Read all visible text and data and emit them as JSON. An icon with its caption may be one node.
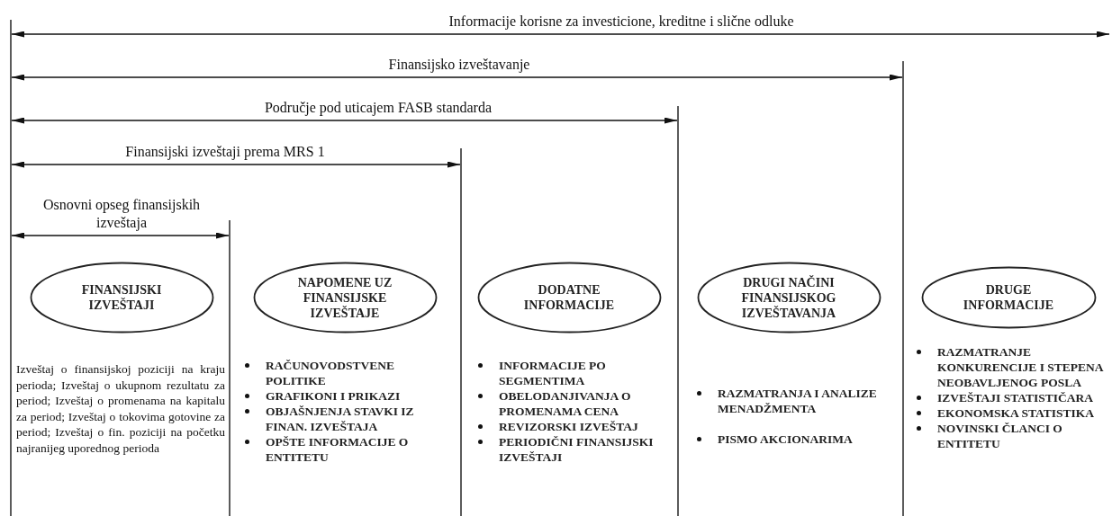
{
  "diagram": {
    "nodes": [
      {
        "text": [
          "FINANSIJSKI IZVEŠTAJI"
        ]
      },
      {
        "text": [
          "NAPOMENE UZ FINANSIJSKE IZVEŠTAJE"
        ]
      },
      {
        "text": [
          "DODATNE INFORMACIJE"
        ]
      },
      {
        "text": [
          "DRUGI NAČINI FINANSIJSKOG IZVEŠTAVANJA"
        ]
      },
      {
        "text": [
          "DRUGE INFORMACIJE"
        ]
      }
    ],
    "labels": [
      "Informacije korisne za investicione, kreditne i slične odluke",
      "Finansijsko izveštavanje",
      "Područje pod uticajem FASB standarda",
      "Finansijski izveštaji prema MRS 1",
      "Osnovni opseg finansijskih izveštaja",
      "Izveštaj o finansijskoj poziciji na kraju perioda; Izveštaj o ukupnom rezultatu za period; Izveštaj o promenama na kapitalu za period; Izveštaj o tokovima gotovine za period; Izveštaj o fin. poziciji na početku najranijeg uporednog perioda",
      "RAČUNOVODSTVENE POLITIKE",
      "GRAFIKONI I PRIKAZI",
      "OBJAŠNJENJA STAVKI IZ FINAN. IZVEŠTAJA",
      "OPŠTE INFORMACIJE O ENTITETU",
      "INFORMACIJE PO SEGMENTIMA",
      "OBELODANJIVANJA O PROMENAMA CENA",
      "REVIZORSKI IZVEŠTAJ",
      "PERIODIČNI FINANSIJSKI IZVEŠTAJI",
      "RAZMATRANJA I ANALIZE MENADŽMENTA",
      "PISMO AKCIONARIMA",
      "RAZMATRANJE KONKURENCIJE I STEPENA NEOBAVLJENOG POSLA",
      "IZVEŠTAJI STATISTIČARA",
      "EKONOMSKA STATISTIKA",
      "NOVINSKI ČLANCI O ENTITETU"
    ]
  }
}
